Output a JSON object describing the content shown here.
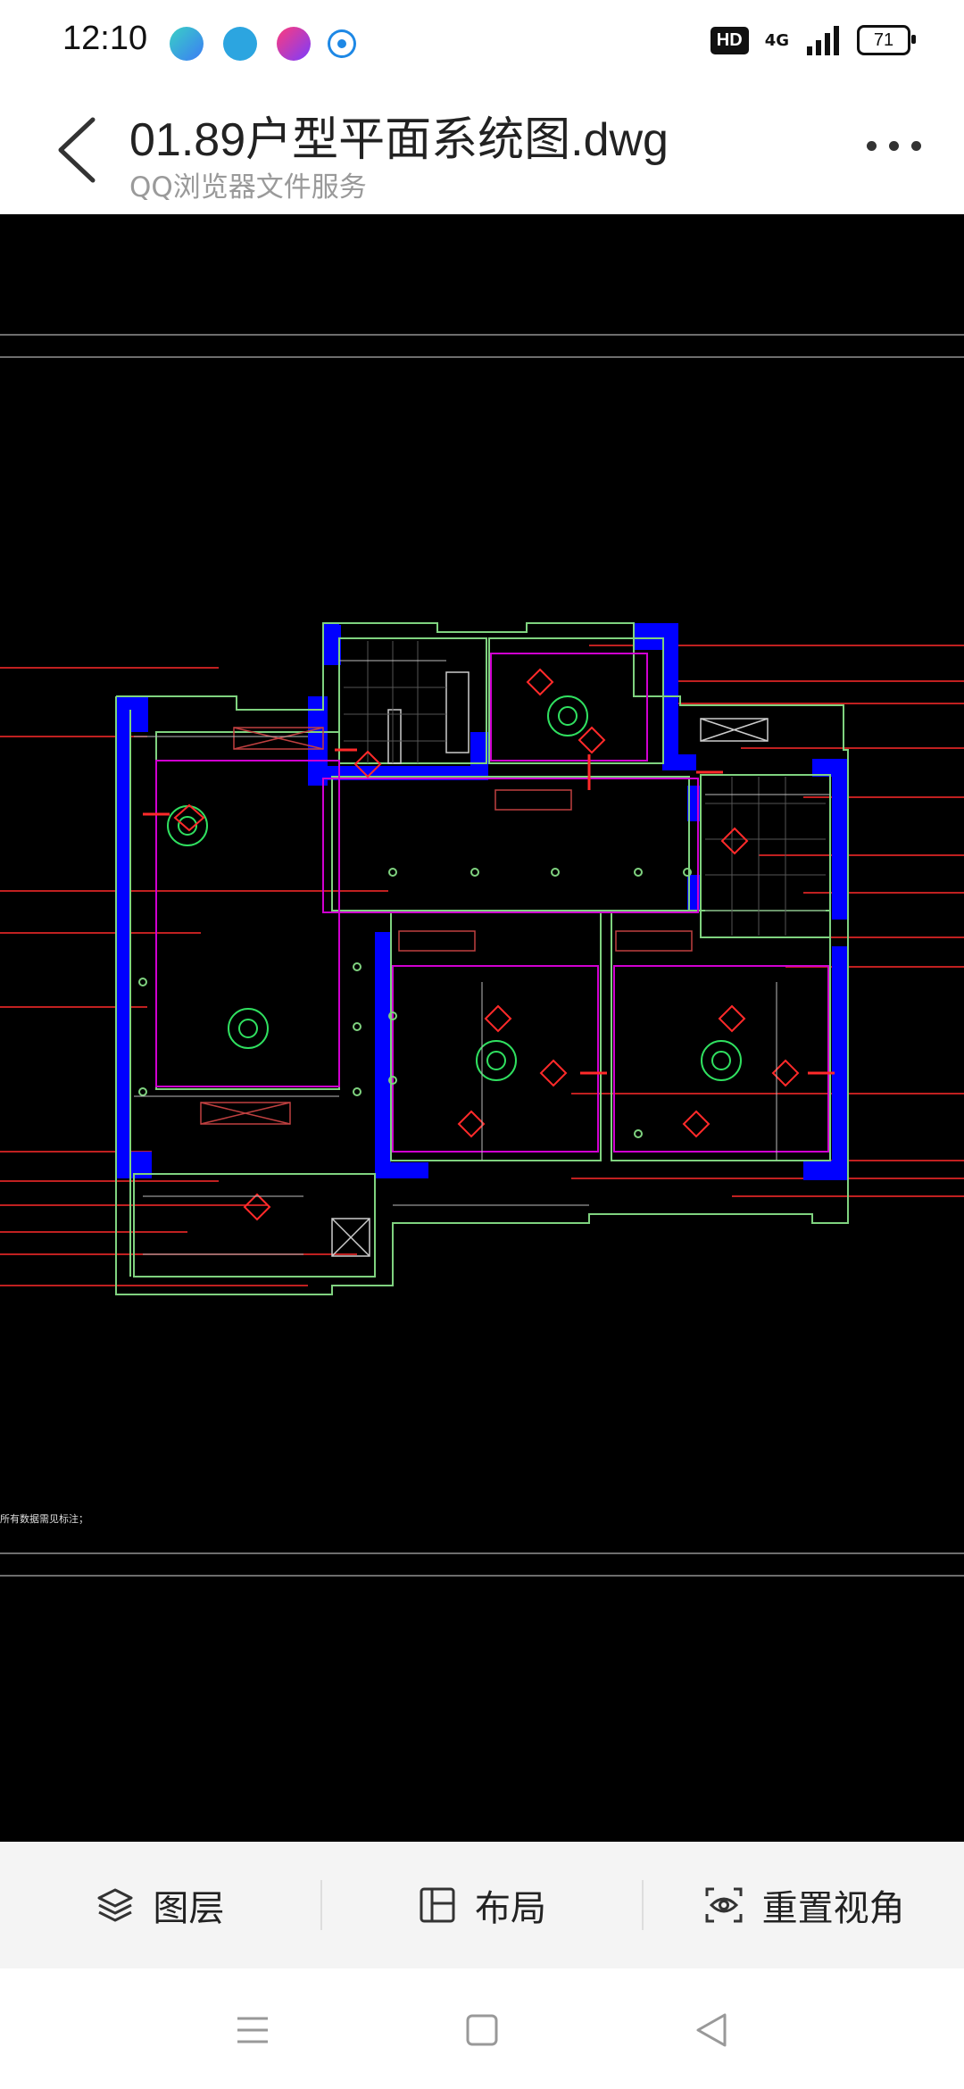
{
  "status": {
    "time": "12:10",
    "hd": "HD",
    "network": "4G",
    "battery": "71"
  },
  "header": {
    "title": "01.89户型平面系统图.dwg",
    "subtitle": "QQ浏览器文件服务"
  },
  "drawing": {
    "note": "所有数据需见标注；"
  },
  "toolbar": {
    "layers_label": "图层",
    "layout_label": "布局",
    "reset_view_label": "重置视角"
  },
  "colors": {
    "background": "#000000",
    "wall": "#0000ff",
    "accent_red": "#ff0000",
    "outline_green": "#7fd27f",
    "outline_magenta": "#d000d0"
  }
}
